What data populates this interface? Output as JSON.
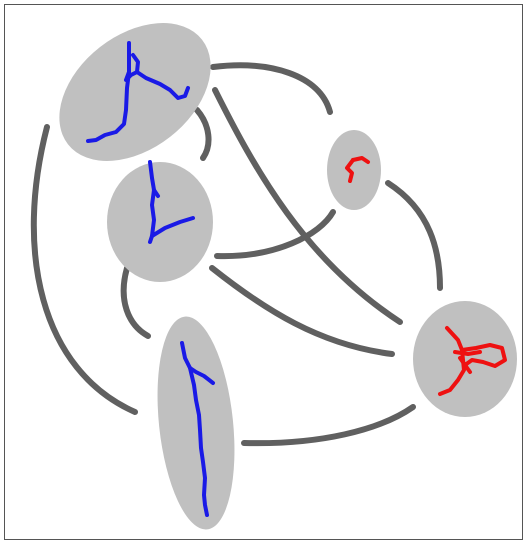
{
  "diagram": {
    "colors": {
      "node_fill": "#c0c0c0",
      "edge": "#606060",
      "blue": "#1a1ae6",
      "red": "#ee1111"
    },
    "nodes": [
      {
        "id": "blue-top",
        "glyph_color": "blue"
      },
      {
        "id": "blue-middle",
        "glyph_color": "blue"
      },
      {
        "id": "blue-bottom",
        "glyph_color": "blue"
      },
      {
        "id": "red-small",
        "glyph_color": "red"
      },
      {
        "id": "red-large",
        "glyph_color": "red"
      }
    ],
    "edges": [
      {
        "from": "blue-top",
        "to": "red-small"
      },
      {
        "from": "blue-top",
        "to": "blue-middle"
      },
      {
        "from": "blue-top",
        "to": "blue-bottom"
      },
      {
        "from": "blue-top",
        "to": "red-large"
      },
      {
        "from": "blue-middle",
        "to": "red-small"
      },
      {
        "from": "blue-middle",
        "to": "red-large"
      },
      {
        "from": "blue-middle",
        "to": "blue-bottom"
      },
      {
        "from": "red-small",
        "to": "red-large"
      },
      {
        "from": "blue-bottom",
        "to": "red-large"
      }
    ]
  }
}
